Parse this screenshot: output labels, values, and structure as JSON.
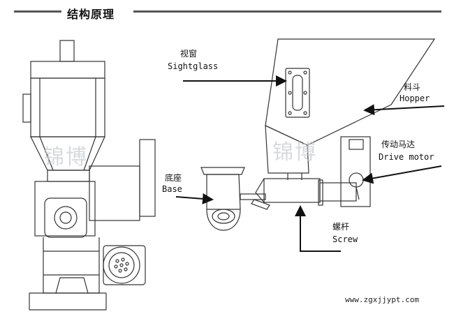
{
  "header": {
    "title": "结构原理"
  },
  "labels": {
    "sightglass_cn": "视窗",
    "sightglass_en": "Sightglass",
    "hopper_cn": "料斗",
    "hopper_en": "Hopper",
    "motor_cn": "传动马达",
    "motor_en": "Drive motor",
    "base_cn": "底座",
    "base_en": "Base",
    "screw_cn": "螺杆",
    "screw_en": "Screw"
  },
  "watermark": "锦博",
  "footer": {
    "url": "www.zgxjjypt.com"
  },
  "colors": {
    "line": "#333333",
    "rule": "#555555",
    "watermark": "#c9ced2"
  }
}
